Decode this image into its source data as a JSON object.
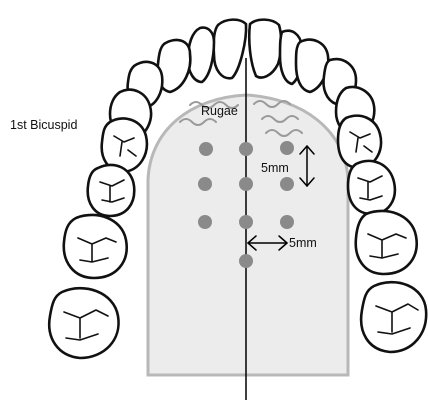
{
  "labels": {
    "tooth": "1st Bicuspid",
    "rugae": "Rugae",
    "vertical_spacing": "5mm",
    "horizontal_spacing": "5mm"
  },
  "colors": {
    "palate_fill": "#ececec",
    "palate_outline": "#b8b8b8",
    "marker_points": "#8a8a8a",
    "rugae": "#9a9a9a",
    "tooth_outline": "#111111"
  },
  "marker_grid": {
    "rows": 3,
    "columns": 3,
    "extra_midline_points": 1
  }
}
